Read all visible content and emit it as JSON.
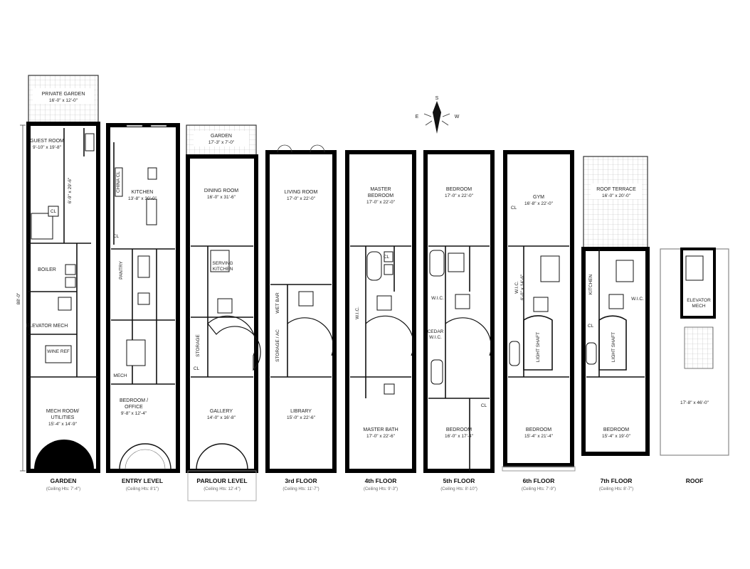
{
  "compass": {
    "s": "S",
    "e": "E",
    "w": "W"
  },
  "dimension_left": "88'-0\"",
  "floors": [
    {
      "name": "GARDEN",
      "ceiling": "(Ceiling Hts: 7'-4\")"
    },
    {
      "name": "ENTRY LEVEL",
      "ceiling": "(Ceiling Hts: 8'1\")"
    },
    {
      "name": "PARLOUR LEVEL",
      "ceiling": "(Ceiling Hts: 12'-4\")"
    },
    {
      "name": "3rd FLOOR",
      "ceiling": "(Ceiling Hts: 11'-7\")"
    },
    {
      "name": "4th FLOOR",
      "ceiling": "(Ceiling Hts: 9'-3\")"
    },
    {
      "name": "5th FLOOR",
      "ceiling": "(Ceiling Hts: 8'-10\")"
    },
    {
      "name": "6th FLOOR",
      "ceiling": "(Ceiling Hts: 7'-9\")"
    },
    {
      "name": "7th FLOOR",
      "ceiling": "(Ceiling Hts: 8'-7\")"
    },
    {
      "name": "ROOF",
      "ceiling": ""
    }
  ],
  "garden": {
    "private_garden": "PRIVATE GARDEN",
    "private_garden_dim": "16'-0\" x 12'-0\"",
    "guest_room": "GUEST ROOM",
    "guest_room_dim": "9'-10\" x 19'-8\"",
    "side_dim": "6'-9\" x 29'-6\"",
    "cl": "CL",
    "boiler": "BOILER",
    "elevator_mech": "ELEVATOR MECH",
    "wine_ref": "WINE REF",
    "mech_room": "MECH ROOM/",
    "utilities": "UTILITIES",
    "mech_dim": "15'-4\" x 14'-9\""
  },
  "entry": {
    "kitchen": "KITCHEN",
    "kitchen_dim": "13'-8\" x 30'-0\"",
    "china_cl": "CHINA CL",
    "pantry": "PANTRY",
    "mech": "MECH",
    "cl": "CL",
    "bedroom": "BEDROOM /",
    "office": "OFFICE",
    "bedroom_dim": "9'-8\" x 12'-4\""
  },
  "parlour": {
    "garden": "GARDEN",
    "garden_dim": "17'-3\" x 7'-0\"",
    "dining": "DINING ROOM",
    "dining_dim": "16'-0\" x 31'-6\"",
    "serving": "SERVING",
    "serving2": "KITCHEN",
    "storage": "STORAGE",
    "cl": "CL",
    "gallery": "GALLERY",
    "gallery_dim": "14'-0\" x 16'-8\""
  },
  "third": {
    "living": "LIVING ROOM",
    "living_dim": "17'-0\" x 22'-0\"",
    "wet_bar": "WET BAR",
    "storage_ac": "STORAGE / AC",
    "library": "LIBRARY",
    "library_dim": "15'-0\" x 22'-6\""
  },
  "fourth": {
    "master": "MASTER",
    "bedroom": "BEDROOM",
    "master_dim": "17'-0\" x 22'-0\"",
    "wic": "W.I.C.",
    "cl": "CL",
    "master_bath": "MASTER BATH",
    "bath_dim": "17'-0\" x 22'-6\""
  },
  "fifth": {
    "bedroom": "BEDROOM",
    "bedroom_dim": "17'-0\" x 22'-0\"",
    "wic": "W.I.C.",
    "cedar": "CEDAR",
    "cedar2": "W.I.C.",
    "cl": "CL",
    "bedroom2": "BEDROOM",
    "bedroom2_dim": "16'-0\" x 17'-4\""
  },
  "sixth": {
    "gym": "GYM",
    "gym_dim": "16'-8\" x 22'-0\"",
    "wic": "W.I.C.",
    "wic_dim": "6'-0\" x 14'-6\"",
    "cl": "CL",
    "light_shaft": "LIGHT SHAFT",
    "bedroom": "BEDROOM",
    "bedroom_dim": "15'-4\" x 21'-4\""
  },
  "seventh": {
    "roof_terrace": "ROOF TERRACE",
    "roof_terrace_dim": "16'-0\" x 20'-0\"",
    "kitchen": "KITCHEN",
    "wic": "W.I.C.",
    "cl": "CL",
    "light_shaft": "LIGHT SHAFT",
    "bedroom": "BEDROOM",
    "bedroom_dim": "15'-4\" x 19'-0\""
  },
  "roof": {
    "elevator": "ELEVATOR",
    "mech": "MECH",
    "roof_dim": "17'-8\" x 46'-0\""
  }
}
